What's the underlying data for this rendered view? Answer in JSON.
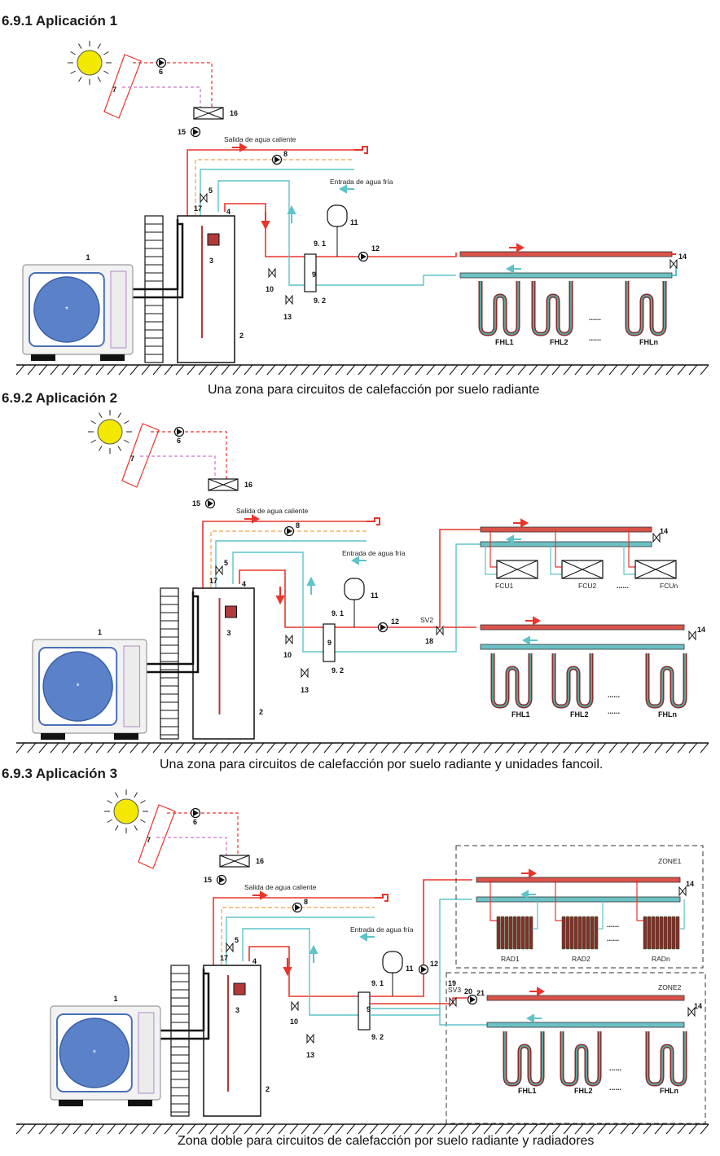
{
  "sections": [
    {
      "heading": "6.9.1 Aplicación 1",
      "caption": "Una zona para circuitos de calefacción por suelo radiante",
      "labels": {
        "hot_out": "Salida de agua caliente",
        "cold_in": "Entrada de agua fría",
        "num_1": "1",
        "num_2": "2",
        "num_3": "3",
        "num_5": "5",
        "num_6": "6",
        "num_7": "7",
        "num_8": "8",
        "num_9": "9",
        "num_9_1": "9. 1",
        "num_9_2": "9. 2",
        "num_10": "10",
        "num_11": "11",
        "num_12": "12",
        "num_13": "13",
        "num_14": "14",
        "num_15": "15",
        "num_16": "16",
        "num_17": "17",
        "num_4": "4",
        "fhl1": "FHL1",
        "fhl2": "FHL2",
        "fhln": "FHLn",
        "dots": "......"
      }
    },
    {
      "heading": "6.9.2 Aplicación 2",
      "caption": "Una zona para circuitos de calefacción por suelo radiante y unidades fancoil.",
      "labels": {
        "hot_out": "Salida de agua caliente",
        "cold_in": "Entrada de agua fría",
        "num_1": "1",
        "num_2": "2",
        "num_3": "3",
        "num_5": "5",
        "num_6": "6",
        "num_7": "7",
        "num_8": "8",
        "num_9": "9",
        "num_9_1": "9. 1",
        "num_9_2": "9. 2",
        "num_10": "10",
        "num_11": "11",
        "num_12": "12",
        "num_13": "13",
        "num_14": "14",
        "num_15": "15",
        "num_16": "16",
        "num_17": "17",
        "num_4": "4",
        "num_18": "18",
        "sv2": "SV2",
        "fcu1": "FCU1",
        "fcu2": "FCU2",
        "fcun": "FCUn",
        "fhl1": "FHL1",
        "fhl2": "FHL2",
        "fhln": "FHLn",
        "dots": "......"
      }
    },
    {
      "heading": "6.9.3 Aplicación 3",
      "caption": "Zona doble para circuitos de calefacción por suelo radiante y radiadores",
      "labels": {
        "hot_out": "Salida de agua caliente",
        "cold_in": "Entrada de agua fría",
        "num_1": "1",
        "num_2": "2",
        "num_3": "3",
        "num_5": "5",
        "num_6": "6",
        "num_7": "7",
        "num_8": "8",
        "num_9": "9",
        "num_9_1": "9. 1",
        "num_9_2": "9. 2",
        "num_10": "10",
        "num_11": "11",
        "num_12": "12",
        "num_13": "13",
        "num_14": "14",
        "num_15": "15",
        "num_16": "16",
        "num_17": "17",
        "num_4": "4",
        "num_19": "19",
        "sv3": "SV3",
        "num_20": "20",
        "num_21": "21",
        "zone1": "ZONE1",
        "zone2": "ZONE2",
        "rad1": "RAD1",
        "rad2": "RAD2",
        "radn": "RADn",
        "fhl1": "FHL1",
        "fhl2": "FHL2",
        "fhln": "FHLn",
        "dots": "......"
      }
    }
  ],
  "colors": {
    "hot": "#e8352b",
    "cold": "#5fc3c8",
    "solar": "#c976c9",
    "dhw_cold": "#f0a04a",
    "unit_fan": "#5b82c9",
    "sun": "#f3e800",
    "manifold_hot": "#d9534a",
    "manifold_cold": "#6cc1c5",
    "radiator": "#8a2a2a"
  }
}
